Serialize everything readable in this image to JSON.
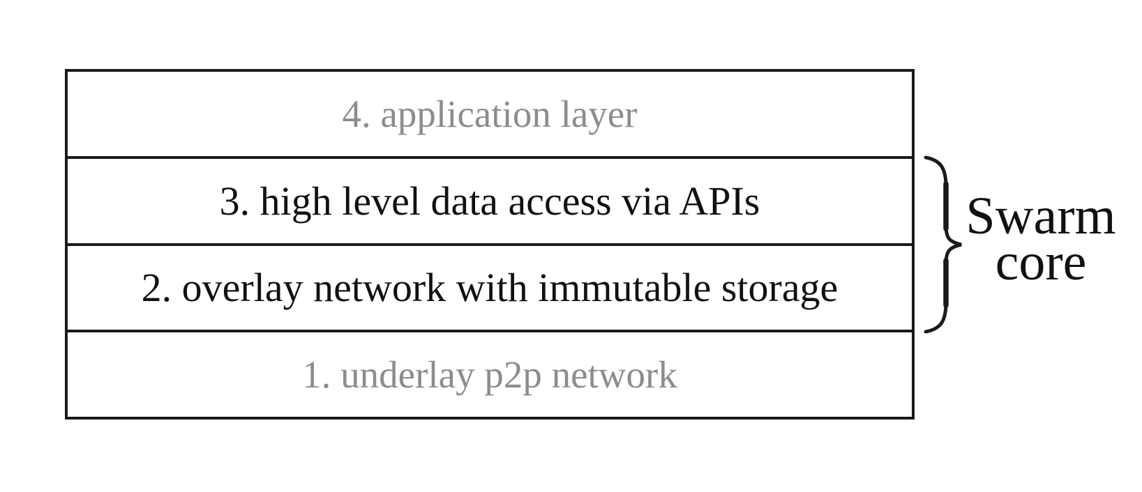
{
  "diagram": {
    "description": "Layered protocol stack diagram with a brace marking the Swarm core layers",
    "layers": [
      {
        "label": "4. application layer",
        "tone": "muted"
      },
      {
        "label": "3. high level data access via APIs",
        "tone": "core"
      },
      {
        "label": "2. overlay network with immutable storage",
        "tone": "core"
      },
      {
        "label": "1. underlay p2p network",
        "tone": "muted"
      }
    ],
    "brace_label": {
      "line1": "Swarm",
      "line2": "core"
    },
    "colors": {
      "ink": "#1a1a1a",
      "muted_text": "#8c8c8c",
      "background": "#ffffff"
    }
  }
}
